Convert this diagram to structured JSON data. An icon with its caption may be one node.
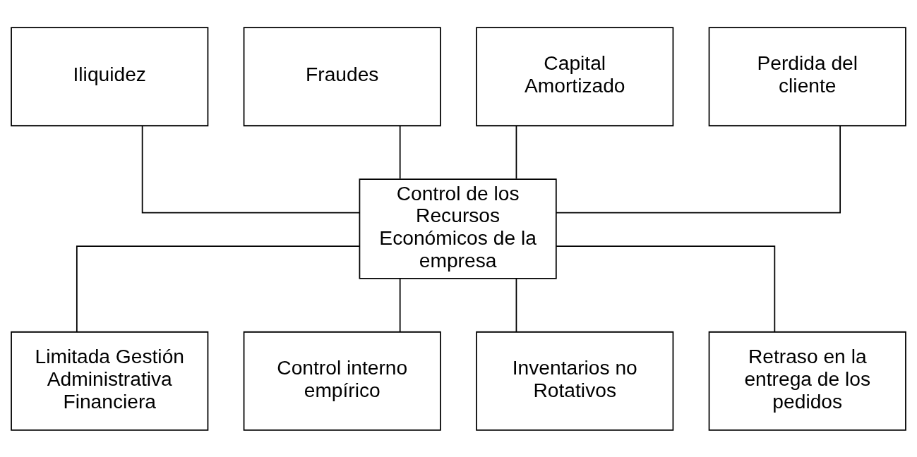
{
  "diagram": {
    "nodes": [
      {
        "text": [
          "Iliquidez"
        ]
      },
      {
        "text": [
          "Fraudes"
        ]
      },
      {
        "text": [
          "Capital Amortizado"
        ]
      },
      {
        "text": [
          "Perdida del cliente"
        ]
      },
      {
        "text": [
          "Control de los Recursos Económicos de la empresa"
        ]
      },
      {
        "text": [
          "Limitada Gestión Administrativa Financiera"
        ]
      },
      {
        "text": [
          "Control interno empírico"
        ]
      },
      {
        "text": [
          "Inventarios no Rotativos"
        ]
      },
      {
        "text": [
          "Retraso en la entrega de los pedidos"
        ]
      }
    ],
    "edges": [
      {
        "from": 0,
        "to": 4,
        "arrow": "none"
      },
      {
        "from": 1,
        "to": 4,
        "arrow": "none"
      },
      {
        "from": 2,
        "to": 4,
        "arrow": "none"
      },
      {
        "from": 3,
        "to": 4,
        "arrow": "none"
      },
      {
        "from": 4,
        "to": 5,
        "arrow": "none"
      },
      {
        "from": 4,
        "to": 6,
        "arrow": "none"
      },
      {
        "from": 4,
        "to": 7,
        "arrow": "none"
      },
      {
        "from": 4,
        "to": 8,
        "arrow": "none"
      }
    ]
  }
}
